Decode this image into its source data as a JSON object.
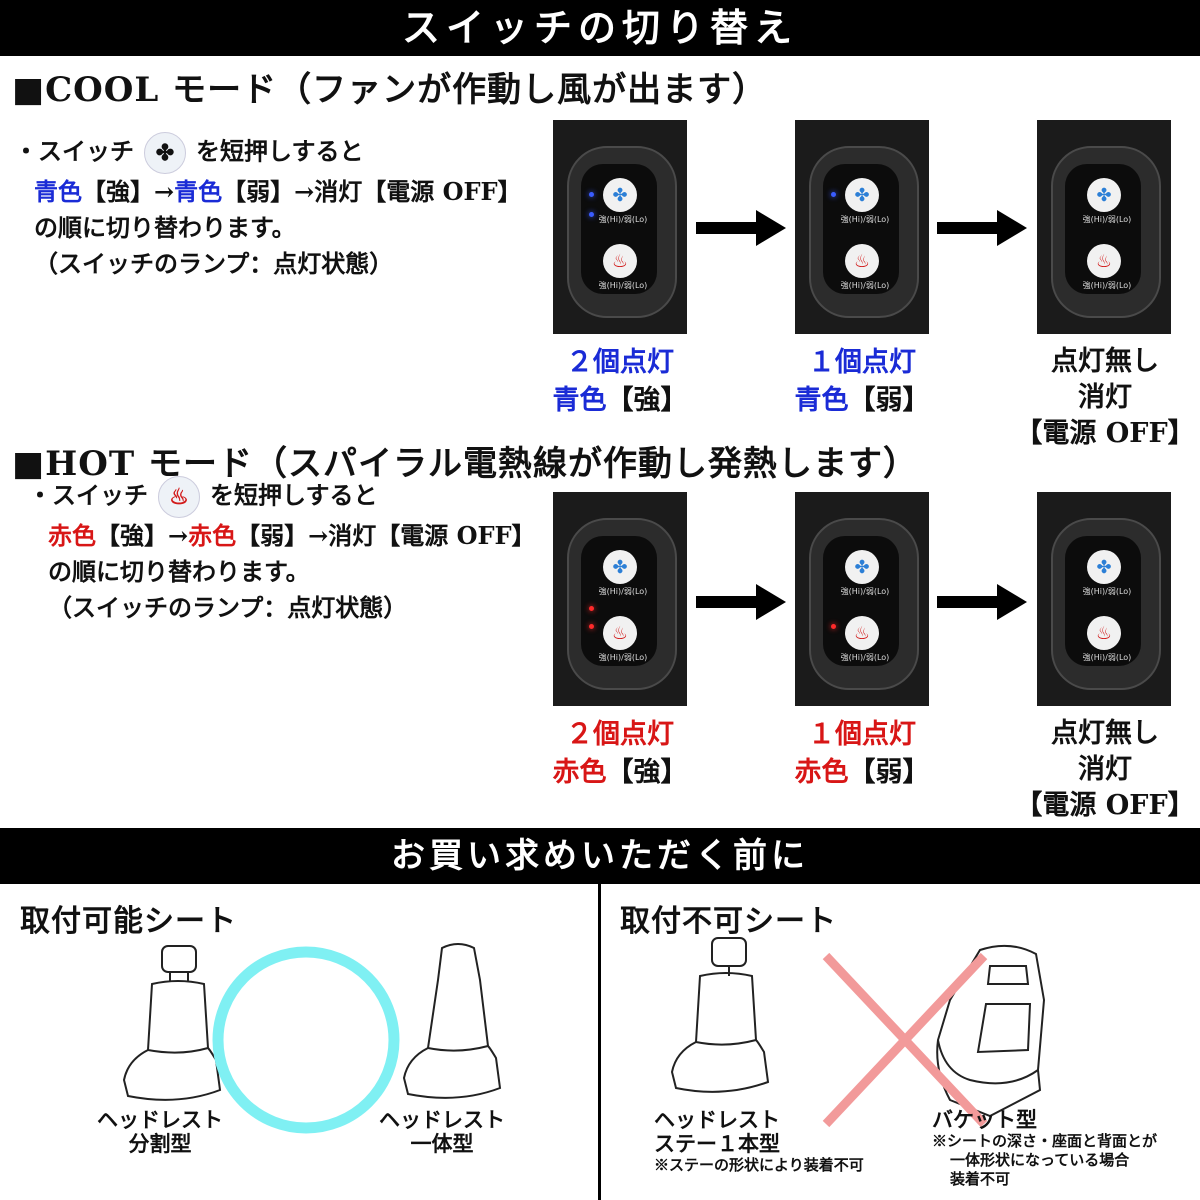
{
  "header": {
    "title": "スイッチの切り替え"
  },
  "cool": {
    "heading": "■COOL モード（ファンが作動し風が出ます）",
    "line1_pre": "・スイッチ",
    "line1_post": "を短押しすると",
    "seq_blue1": "青色",
    "seq_mid1": "【強】→",
    "seq_blue2": "青色",
    "seq_rest": "【弱】→消灯【電源 OFF】",
    "line3": "の順に切り替わります。",
    "line4": "（スイッチのランプ：点灯状態）",
    "steps": [
      {
        "line1": "２個点灯",
        "line2_color": "青色",
        "line2_rest": "【強】"
      },
      {
        "line1": "１個点灯",
        "line2_color": "青色",
        "line2_rest": "【弱】"
      },
      {
        "line1": "点灯無し",
        "line2": "消灯",
        "line3": "【電源 OFF】"
      }
    ],
    "accent_color": "#1a2bd6"
  },
  "hot": {
    "heading": "■HOT モード（スパイラル電熱線が作動し発熱します）",
    "line1_pre": "・スイッチ",
    "line1_post": "を短押しすると",
    "seq_red1": "赤色",
    "seq_mid1": "【強】→",
    "seq_red2": "赤色",
    "seq_rest": "【弱】→消灯【電源 OFF】",
    "line3": "の順に切り替わります。",
    "line4": "（スイッチのランプ：点灯状態）",
    "steps": [
      {
        "line1": "２個点灯",
        "line2_color": "赤色",
        "line2_rest": "【強】"
      },
      {
        "line1": "１個点灯",
        "line2_color": "赤色",
        "line2_rest": "【弱】"
      },
      {
        "line1": "点灯無し",
        "line2": "消灯",
        "line3": "【電源 OFF】"
      }
    ],
    "accent_color": "#d81616"
  },
  "switch_label": "強(Hi)/弱(Lo)",
  "before": {
    "title": "お買い求めいただく前に",
    "ok": {
      "title": "取付可能シート",
      "seat1": {
        "line1": "ヘッドレスト",
        "line2": "分割型"
      },
      "seat2": {
        "line1": "ヘッドレスト",
        "line2": "一体型"
      },
      "mark_color": "#7ff0f3"
    },
    "ng": {
      "title": "取付不可シート",
      "seat1": {
        "line1": "ヘッドレスト",
        "line2": "ステー１本型",
        "note": "※ステーの形状により装着不可"
      },
      "seat2": {
        "line1": "バケット型",
        "note1": "※シートの深さ・座面と背面とが",
        "note2": "一体形状になっている場合",
        "note3": "装着不可"
      },
      "mark_color": "#f29a9a"
    }
  }
}
